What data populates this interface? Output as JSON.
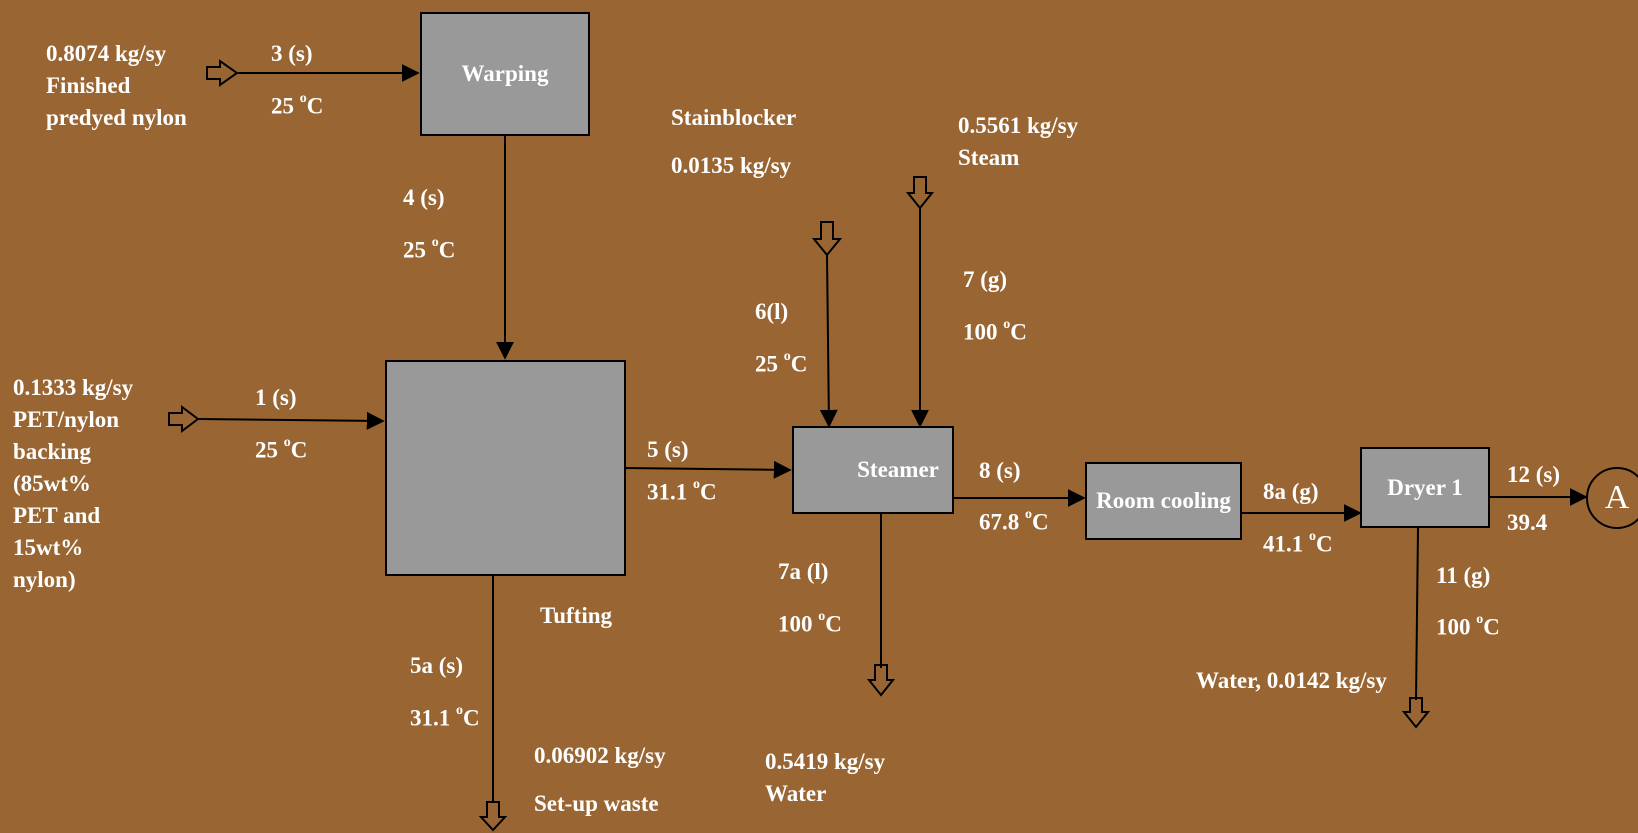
{
  "units": {
    "warping": "Warping",
    "tufting": "Tufting",
    "steamer": "Steamer",
    "room_cooling": "Room cooling",
    "dryer": "Dryer 1",
    "connector": "A"
  },
  "streams": {
    "s3": {
      "label": "3 (s)",
      "temp": "25 ",
      "feed_rate": "0.8074 kg/sy",
      "feed_name1": "Finished",
      "feed_name2": "predyed nylon"
    },
    "s4": {
      "label": "4 (s)",
      "temp": "25 "
    },
    "s1": {
      "label": "1 (s)",
      "temp": "25 ",
      "feed_rate": "0.1333 kg/sy",
      "feed_lines": [
        "PET/nylon",
        "backing",
        "(85wt%",
        "PET and",
        "15wt%",
        "nylon)"
      ]
    },
    "s5": {
      "label": "5 (s)",
      "temp": "31.1 "
    },
    "s5a": {
      "label": "5a (s)",
      "temp": "31.1 ",
      "rate": "0.06902 kg/sy",
      "name": "Set-up waste"
    },
    "s6": {
      "label": "6(l)",
      "temp": "25 ",
      "name": "Stainblocker",
      "rate": "0.0135 kg/sy"
    },
    "s7": {
      "label": "7 (g)",
      "temp": "100 ",
      "rate": "0.5561 kg/sy",
      "name": "Steam"
    },
    "s7a": {
      "label": "7a (l)",
      "temp": "100 ",
      "rate": "0.5419 kg/sy",
      "name": "Water"
    },
    "s8": {
      "label": "8 (s)",
      "temp": "67.8 "
    },
    "s8a": {
      "label": "8a (g)",
      "temp": "41.1 "
    },
    "s11": {
      "label": "11 (g)",
      "temp": "100 ",
      "name": "Water, 0.0142 kg/sy"
    },
    "s12": {
      "label": "12 (s)",
      "temp": "39.4"
    }
  },
  "temp_unit": {
    "degree": "o",
    "letter": "C"
  }
}
